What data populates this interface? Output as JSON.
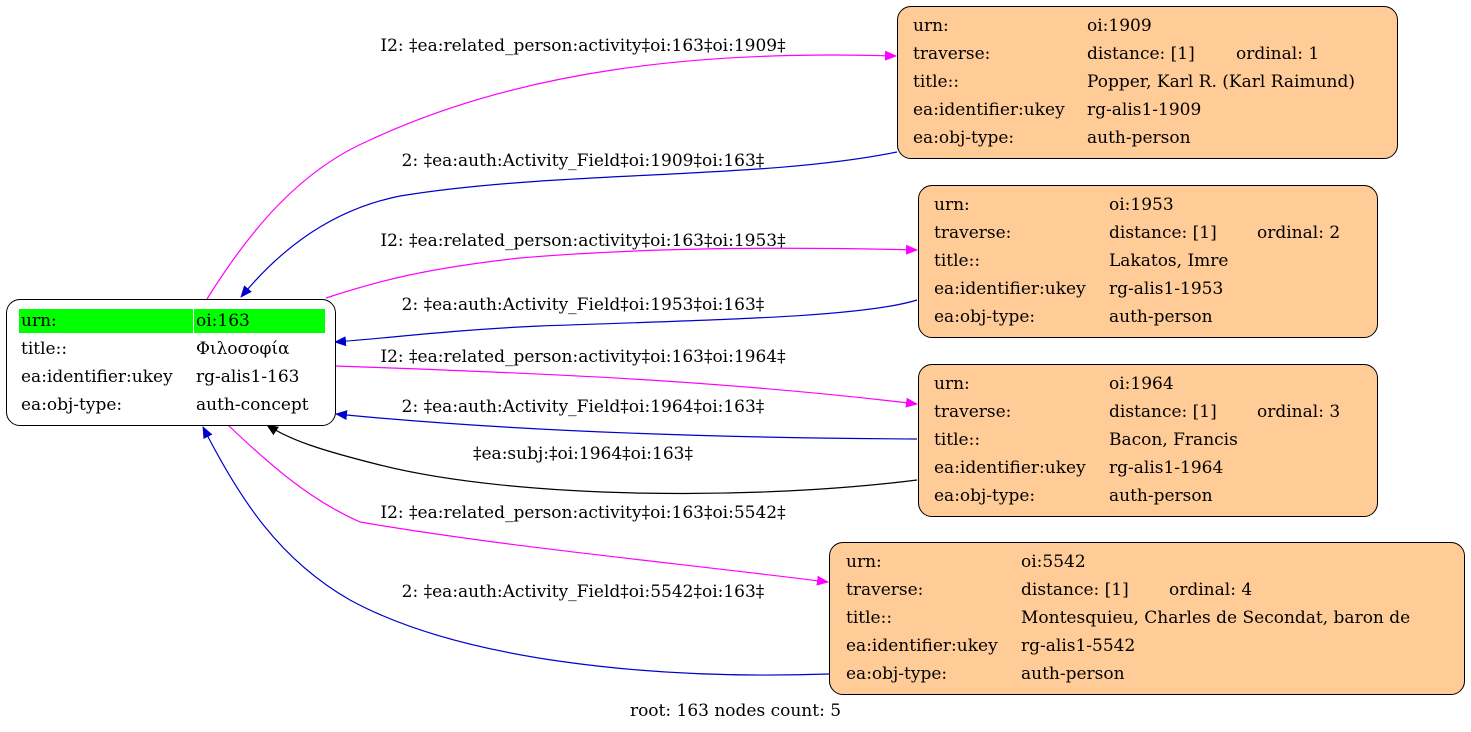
{
  "root": {
    "rows": [
      {
        "key": "urn:",
        "value": "oi:163"
      },
      {
        "key": "title::",
        "value": "Φιλοσοφία"
      },
      {
        "key": "ea:identifier:ukey",
        "value": "rg-alis1-163"
      },
      {
        "key": "ea:obj-type:",
        "value": "auth-concept"
      }
    ],
    "highlight_color": "#00ff00"
  },
  "persons": [
    {
      "urn": "oi:1909",
      "distance": "distance: [1]",
      "ordinal": "ordinal: 1",
      "title": "Popper, Karl R. (Karl Raimund)",
      "ukey": "rg-alis1-1909",
      "obj_type": "auth-person"
    },
    {
      "urn": "oi:1953",
      "distance": "distance: [1]",
      "ordinal": "ordinal: 2",
      "title": "Lakatos, Imre",
      "ukey": "rg-alis1-1953",
      "obj_type": "auth-person"
    },
    {
      "urn": "oi:1964",
      "distance": "distance: [1]",
      "ordinal": "ordinal: 3",
      "title": "Bacon, Francis",
      "ukey": "rg-alis1-1964",
      "obj_type": "auth-person"
    },
    {
      "urn": "oi:5542",
      "distance": "distance: [1]",
      "ordinal": "ordinal: 4",
      "title": "Montesquieu, Charles de Secondat, baron de",
      "ukey": "rg-alis1-5542",
      "obj_type": "auth-person"
    }
  ],
  "person_keys": {
    "urn": "urn:",
    "traverse": "traverse:",
    "title": "title::",
    "ukey": "ea:identifier:ukey",
    "obj_type": "ea:obj-type:"
  },
  "edges": {
    "related_1909": "I2: ‡ea:related_person:activity‡oi:163‡oi:1909‡",
    "field_1909": "2: ‡ea:auth:Activity_Field‡oi:1909‡oi:163‡",
    "related_1953": "I2: ‡ea:related_person:activity‡oi:163‡oi:1953‡",
    "field_1953": "2: ‡ea:auth:Activity_Field‡oi:1953‡oi:163‡",
    "related_1964": "I2: ‡ea:related_person:activity‡oi:163‡oi:1964‡",
    "field_1964": "2: ‡ea:auth:Activity_Field‡oi:1964‡oi:163‡",
    "subj_1964": "‡ea:subj:‡oi:1964‡oi:163‡",
    "related_5542": "I2: ‡ea:related_person:activity‡oi:163‡oi:5542‡",
    "field_5542": "2: ‡ea:auth:Activity_Field‡oi:5542‡oi:163‡"
  },
  "colors": {
    "related": "#ff00ff",
    "field": "#0000cd",
    "subj": "#000000",
    "person_fill": "#ffcb96"
  },
  "footer": "root: 163 nodes count: 5"
}
